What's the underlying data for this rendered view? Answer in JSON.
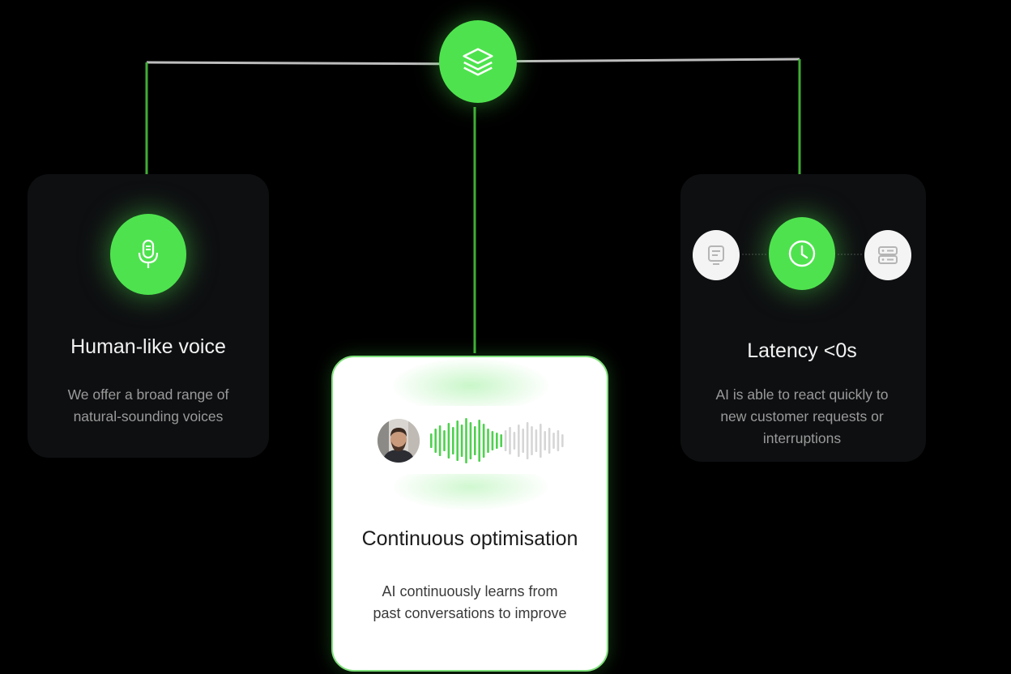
{
  "diagram": {
    "colors": {
      "accent": "#4ee34e",
      "background": "#000000",
      "card": "#0e0f11",
      "line": "#bdbdbd",
      "muted_text": "#9a9a9a"
    },
    "hub": {
      "icon": "layers-icon"
    },
    "cards": {
      "voice": {
        "icon": "microphone-icon",
        "title": "Human-like voice",
        "description_line1": "We offer a broad range of",
        "description_line2": "natural-sounding voices"
      },
      "optimisation": {
        "icons": [
          "avatar",
          "waveform"
        ],
        "title": "Continuous optimisation",
        "description_line1": "AI continuously learns from",
        "description_line2": "past conversations to improve"
      },
      "latency": {
        "icons": [
          "document-icon",
          "clock-icon",
          "server-icon"
        ],
        "title": "Latency <0s",
        "description_line1": "AI is able to react quickly to",
        "description_line2": "new customer requests or",
        "description_line3": "interruptions"
      }
    }
  }
}
